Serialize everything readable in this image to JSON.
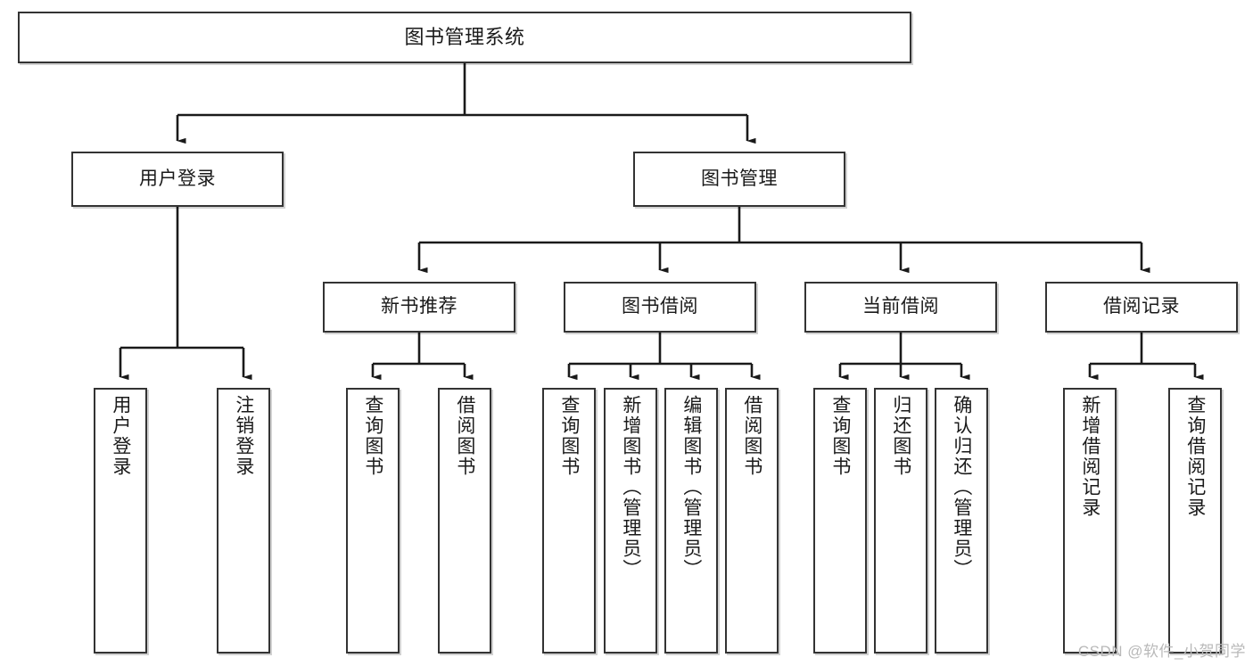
{
  "diagram": {
    "title": "图书管理系统",
    "type": "tree-hierarchy-diagram",
    "colors": {
      "box_border": "#333333",
      "box_fill": "#ffffff",
      "edge": "#1a1a1a",
      "text": "#1a1a1a",
      "watermark": "#b9b9b9",
      "background": "#ffffff"
    },
    "levels": {
      "root": {
        "label": "图书管理系统"
      },
      "level2": [
        {
          "label": "用户登录"
        },
        {
          "label": "图书管理"
        }
      ],
      "level3": [
        {
          "label": "新书推荐"
        },
        {
          "label": "图书借阅"
        },
        {
          "label": "当前借阅"
        },
        {
          "label": "借阅记录"
        }
      ],
      "leaves": {
        "user_login": [
          {
            "label": "用户登录"
          },
          {
            "label": "注销登录"
          }
        ],
        "new_book_recommend": [
          {
            "label": "查询图书"
          },
          {
            "label": "借阅图书"
          }
        ],
        "book_borrow": [
          {
            "label": "查询图书"
          },
          {
            "label": "新增图书（管理员）"
          },
          {
            "label": "编辑图书（管理员）"
          },
          {
            "label": "借阅图书"
          }
        ],
        "current_borrow": [
          {
            "label": "查询图书"
          },
          {
            "label": "归还图书"
          },
          {
            "label": "确认归还（管理员）"
          }
        ],
        "borrow_record": [
          {
            "label": "新增借阅记录"
          },
          {
            "label": "查询借阅记录"
          }
        ]
      }
    }
  },
  "watermark": {
    "text": "CSDN @软件_小贺同学"
  }
}
